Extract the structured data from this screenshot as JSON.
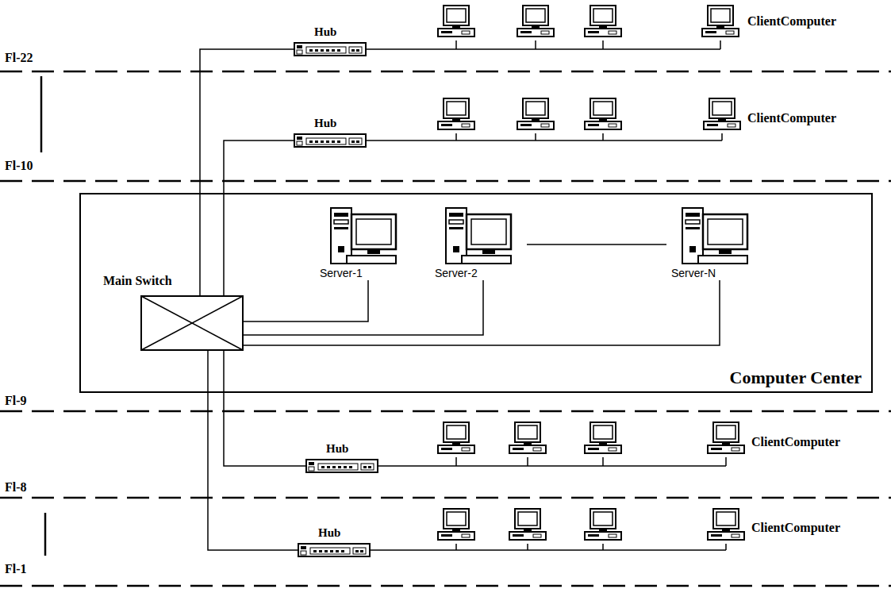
{
  "diagram": {
    "nodes": [
      {
        "text": [
          "Hub"
        ]
      },
      {
        "text": [
          "Hub"
        ]
      },
      {
        "text": [
          "Computer Center"
        ]
      },
      {
        "text": [
          "Main Switch"
        ],
        "in": 2
      },
      {
        "text": [
          "Server-1"
        ],
        "in": 2
      },
      {
        "text": [
          "Server-2"
        ],
        "in": 2
      },
      {
        "text": [
          "Server-N"
        ],
        "in": 2
      },
      {
        "text": [
          "Hub"
        ]
      },
      {
        "text": [
          "Hub"
        ]
      }
    ],
    "edges": [
      {
        "from": 3,
        "to": 0,
        "arrow": "none"
      },
      {
        "from": 3,
        "to": 1,
        "arrow": "none"
      },
      {
        "from": 3,
        "to": 4,
        "arrow": "none"
      },
      {
        "from": 3,
        "to": 5,
        "arrow": "none"
      },
      {
        "from": 3,
        "to": 6,
        "arrow": "none"
      },
      {
        "from": 5,
        "to": 6,
        "arrow": "none"
      },
      {
        "from": 3,
        "to": 7,
        "arrow": "none"
      },
      {
        "from": 3,
        "to": 8,
        "arrow": "none"
      }
    ],
    "labels": [
      "ClientComputer",
      "Fl-22",
      "ClientComputer",
      "Fl-10",
      "Fl-9",
      "ClientComputer",
      "Fl-8",
      "ClientComputer",
      "Fl-1"
    ]
  }
}
